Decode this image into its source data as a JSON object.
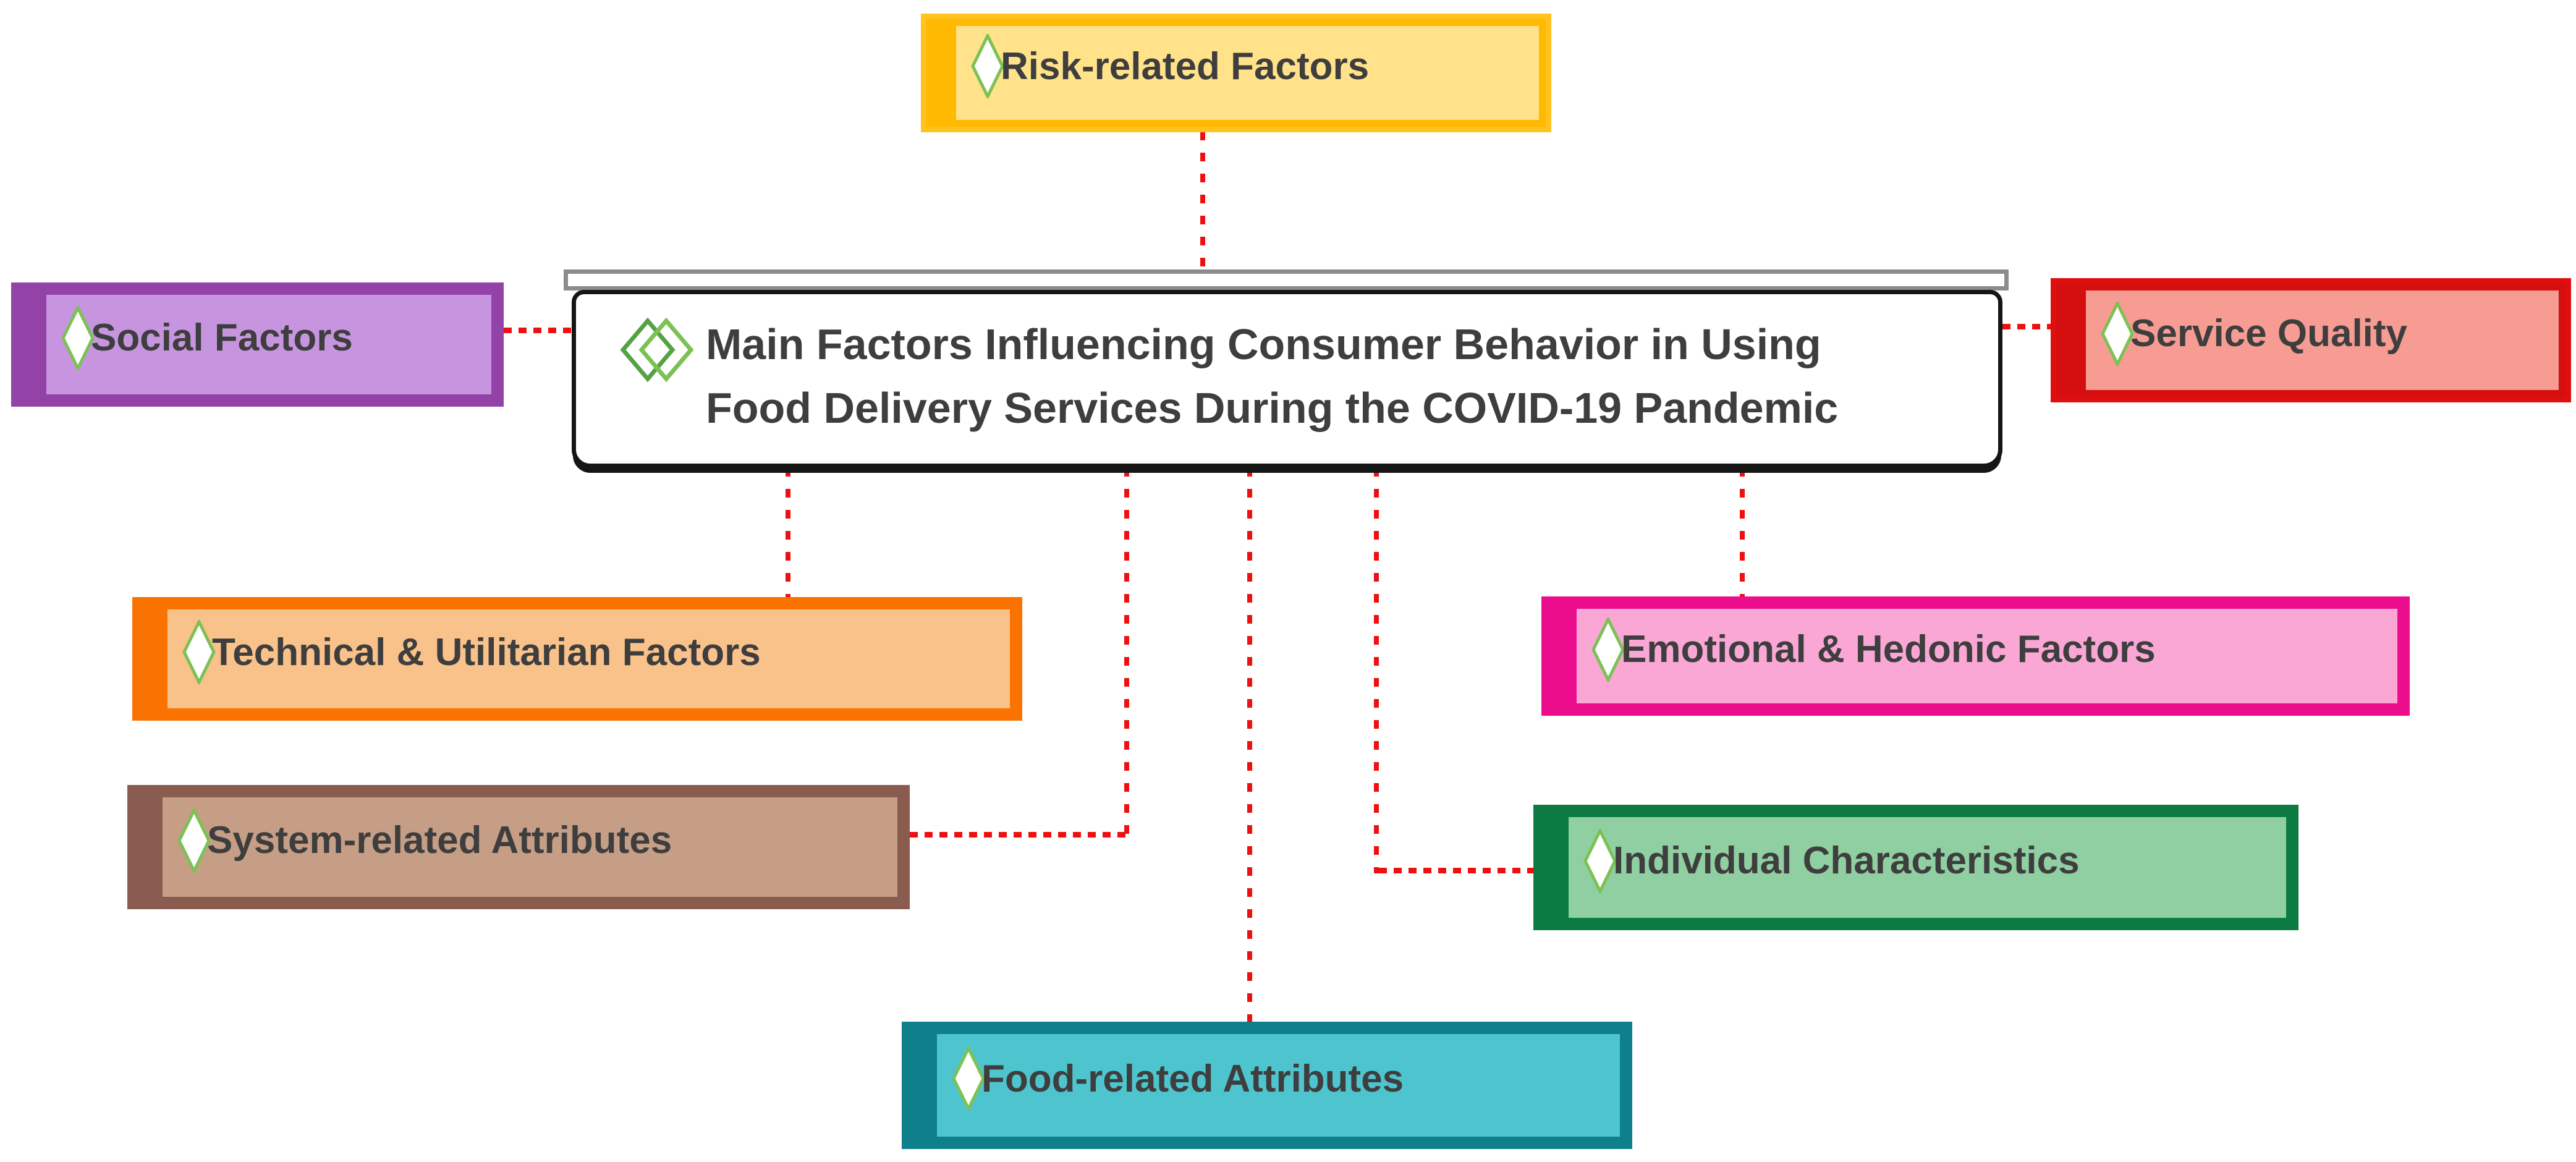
{
  "page": {
    "background": "#FFFFFF"
  },
  "top_bar": {
    "border": "#8C8C8C",
    "fill": "#FFFFFF"
  },
  "center_topic": {
    "line1": "Main Factors Influencing Consumer Behavior in Using",
    "line2": "Food Delivery Services During the COVID-19 Pandemic",
    "text_color": "#3E3E3E",
    "fill": "#FFFFFF",
    "border": "#151515",
    "icon": "double-diamond-icon",
    "icon_color_left": "#55A244",
    "icon_color_right": "#7CC155"
  },
  "topics": {
    "text_color": "#3E3E3E",
    "risk": {
      "label": "Risk-related Factors",
      "strip": "#FFB900",
      "fill": "#FFE289",
      "border": "#FFC21E"
    },
    "social": {
      "label": "Social Factors",
      "strip": "#9343A8",
      "fill": "#C795DF",
      "border": "#9343A8"
    },
    "service": {
      "label": "Service Quality",
      "strip": "#D50F0F",
      "fill": "#F79C93",
      "border": "#E00E0E"
    },
    "technical": {
      "label": "Technical & Utilitarian Factors",
      "strip": "#FA7200",
      "fill": "#FAC28B",
      "border": "#FA7200"
    },
    "system": {
      "label": "System-related Attributes",
      "strip": "#8A5B4F",
      "fill": "#C69E86",
      "border": "#8A5B4F"
    },
    "emotional": {
      "label": "Emotional & Hedonic Factors",
      "strip": "#EB0D8C",
      "fill": "#FAA7D5",
      "border": "#EB0D8C"
    },
    "individual": {
      "label": "Individual Characteristics",
      "strip": "#0B7B43",
      "fill": "#8FCFA1",
      "border": "#0B7B43"
    },
    "food": {
      "label": "Food-related Attributes",
      "strip": "#0E7F8B",
      "fill": "#4EC5CE",
      "border": "#0E7F8B"
    }
  },
  "diamond_icon": {
    "outline": "#7CC155",
    "fill": "#FFFFFF"
  },
  "connector": {
    "color": "#EE1010",
    "style": "dashed"
  },
  "connections": [
    {
      "from": "center",
      "to": "risk"
    },
    {
      "from": "center",
      "to": "social"
    },
    {
      "from": "center",
      "to": "service"
    },
    {
      "from": "center",
      "to": "technical"
    },
    {
      "from": "center",
      "to": "system"
    },
    {
      "from": "center",
      "to": "emotional"
    },
    {
      "from": "center",
      "to": "individual"
    },
    {
      "from": "center",
      "to": "food"
    }
  ]
}
